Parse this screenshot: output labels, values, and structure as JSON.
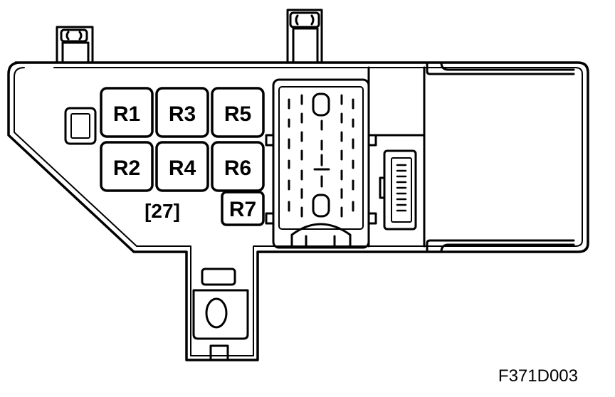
{
  "diagram": {
    "relays": [
      "R1",
      "R3",
      "R5",
      "R2",
      "R4",
      "R6",
      "R7"
    ],
    "fuse_reference": "[27]",
    "figure_code": "F371D003"
  }
}
